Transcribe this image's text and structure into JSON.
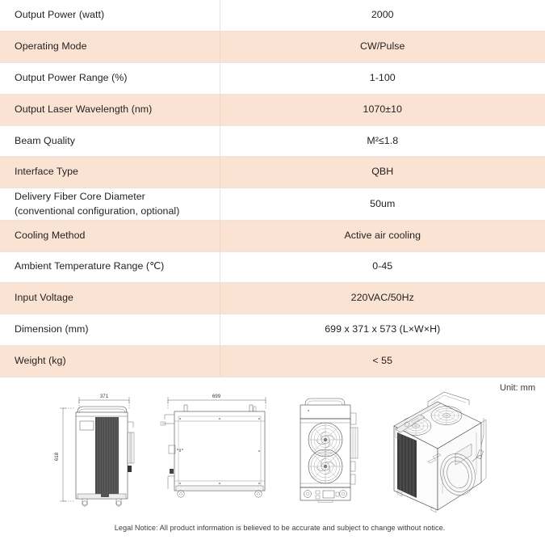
{
  "spec_table": {
    "rows": [
      {
        "label": "Output Power  (watt)",
        "label2": "",
        "value": "2000",
        "shaded": false
      },
      {
        "label": "Operating Mode",
        "label2": "",
        "value": "CW/Pulse",
        "shaded": true
      },
      {
        "label": "Output Power Range (%)",
        "label2": "",
        "value": "1-100",
        "shaded": false
      },
      {
        "label": "Output Laser Wavelength (nm)",
        "label2": "",
        "value": "1070±10",
        "shaded": true
      },
      {
        "label": "Beam Quality",
        "label2": "",
        "value": "M²≤1.8",
        "shaded": false
      },
      {
        "label": "Interface Type",
        "label2": "",
        "value": "QBH",
        "shaded": true
      },
      {
        "label": "Delivery Fiber Core Diameter",
        "label2": "(conventional configuration, optional)",
        "value": "50um",
        "shaded": false
      },
      {
        "label": "Cooling Method",
        "label2": "",
        "value": "Active air cooling",
        "shaded": true
      },
      {
        "label": "Ambient Temperature Range (℃)",
        "label2": "",
        "value": "0-45",
        "shaded": false
      },
      {
        "label": "Input Voltage",
        "label2": "",
        "value": "220VAC/50Hz",
        "shaded": true
      },
      {
        "label": "Dimension (mm)",
        "label2": "",
        "value": "699 x 371 x 573 (L×W×H)",
        "shaded": false
      },
      {
        "label": "Weight (kg)",
        "label2": "",
        "value": "< 55",
        "shaded": true
      }
    ]
  },
  "diagrams": {
    "unit_label": "Unit: mm",
    "side_view": {
      "width_dim": "371",
      "height_dim": "618"
    },
    "top_view": {
      "length_dim": "699"
    }
  },
  "legal_notice": "Legal Notice: All product information is believed to be accurate and subject to change without notice.",
  "colors": {
    "shaded_row": "#fbe3d3",
    "border": "#e9e3df",
    "text": "#231f20"
  }
}
